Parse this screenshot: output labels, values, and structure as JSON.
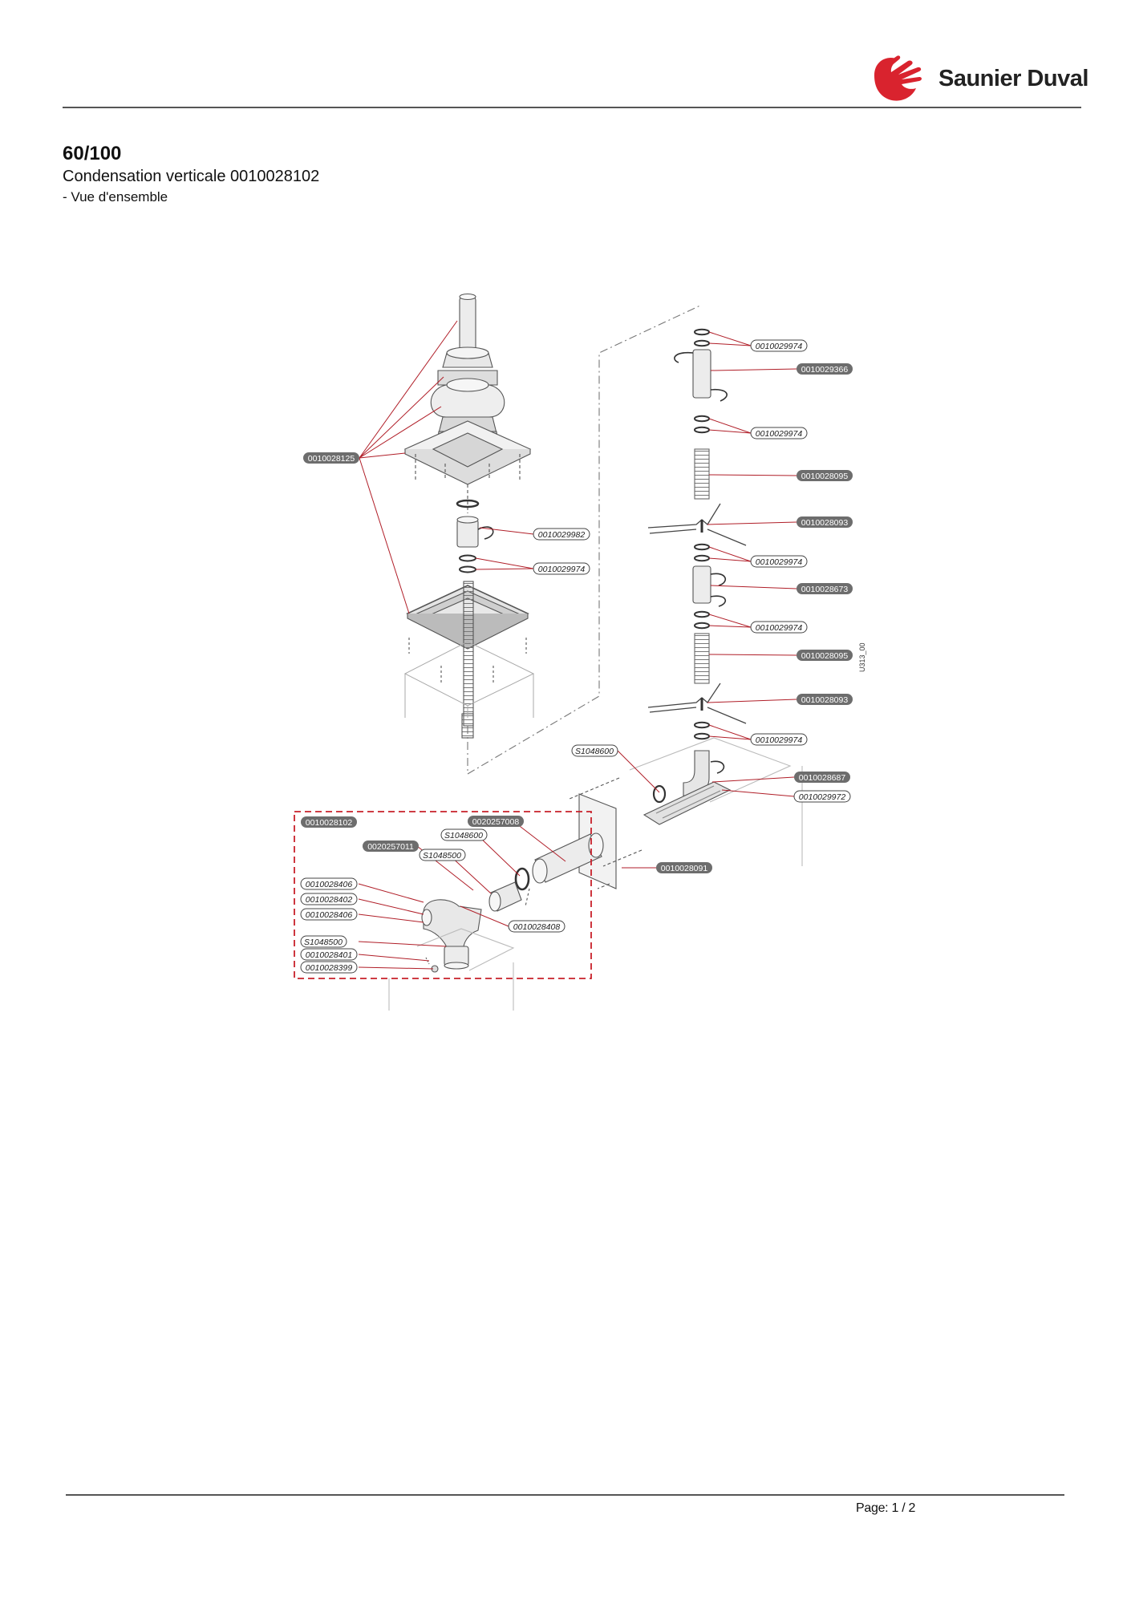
{
  "brand": {
    "name": "Saunier Duval",
    "colors": {
      "brand_red": "#d9232e"
    }
  },
  "doc": {
    "title": "60/100",
    "subtitle": "Condensation verticale 0010028102",
    "note": "- Vue d'ensemble",
    "page": "Page: 1 / 2",
    "drawing_ref": "U313_00"
  },
  "labels": {
    "l01": "0010028125",
    "l02": "0010029982",
    "l03": "0010029974",
    "l04": "0010029974",
    "l05": "0010029366",
    "l06": "0010029974",
    "l07": "0010028095",
    "l08": "0010028093",
    "l09": "0010029974",
    "l10": "0010028673",
    "l11": "0010029974",
    "l12": "0010028095",
    "l13": "0010028093",
    "l14": "0010029974",
    "l15": "S1048600",
    "l16": "0010028687",
    "l17": "0010029972",
    "l18": "0010028091",
    "l19": "0010028102",
    "l20": "0020257008",
    "l21": "S1048600",
    "l22": "0020257011",
    "l23": "S1048500",
    "l24": "0010028406",
    "l25": "0010028402",
    "l26": "0010028406",
    "l27": "0010028408",
    "l28": "S1048500",
    "l29": "0010028401",
    "l30": "0010028399"
  }
}
